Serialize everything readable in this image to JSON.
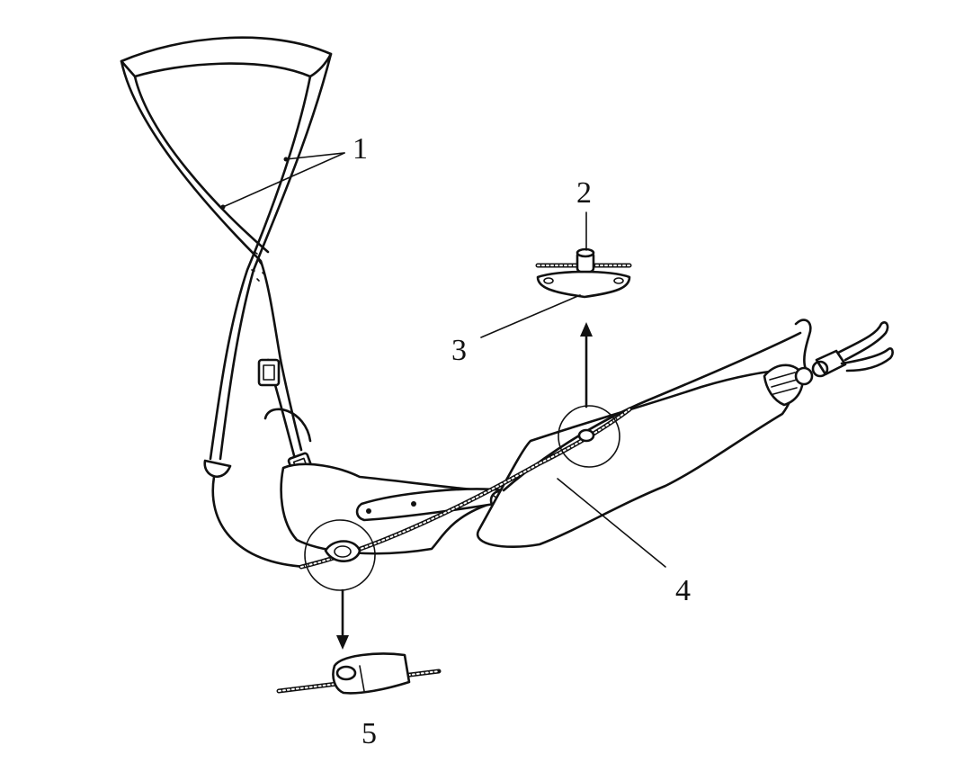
{
  "labels": {
    "harness": "1",
    "retainer_post": "2",
    "base_plate": "3",
    "control_cable": "4",
    "cable_hanger": "5"
  },
  "colors": {
    "ink": "#111111",
    "background": "#ffffff"
  }
}
